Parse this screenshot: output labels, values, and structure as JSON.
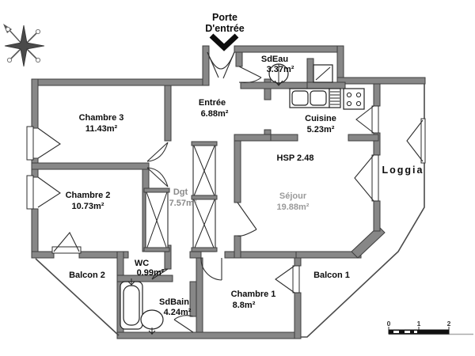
{
  "annotations": {
    "entrance_door_line1": "Porte",
    "entrance_door_line2": "D'entrée",
    "ceiling_height": "HSP 2.48"
  },
  "rooms": {
    "chambre3": {
      "name": "Chambre 3",
      "area": "11.43m²"
    },
    "chambre2": {
      "name": "Chambre 2",
      "area": "10.73m²"
    },
    "chambre1": {
      "name": "Chambre 1",
      "area": "8.8m²"
    },
    "entree": {
      "name": "Entrée",
      "area": "6.88m²"
    },
    "sdeau": {
      "name": "SdEau",
      "area": "3.37m²"
    },
    "cuisine": {
      "name": "Cuisine",
      "area": "5.23m²"
    },
    "sejour": {
      "name": "Séjour",
      "area": "19.88m²"
    },
    "dgt": {
      "name": "Dgt",
      "area": "7.57m²"
    },
    "wc": {
      "name": "WC",
      "area": "0.99m²"
    },
    "sdbain": {
      "name": "SdBain",
      "area": "4.24m²"
    },
    "loggia": {
      "name": "Loggia"
    },
    "balcon1": {
      "name": "Balcon 1"
    },
    "balcon2": {
      "name": "Balcon 2"
    }
  },
  "scale_bar": {
    "tick0": "0",
    "tick1": "1",
    "tick2": "2"
  },
  "colors": {
    "wall_fill": "#878787",
    "wall_stroke": "#3d3d3d",
    "label": "#0d0d0d",
    "faded_label": "#9a9a9a"
  }
}
